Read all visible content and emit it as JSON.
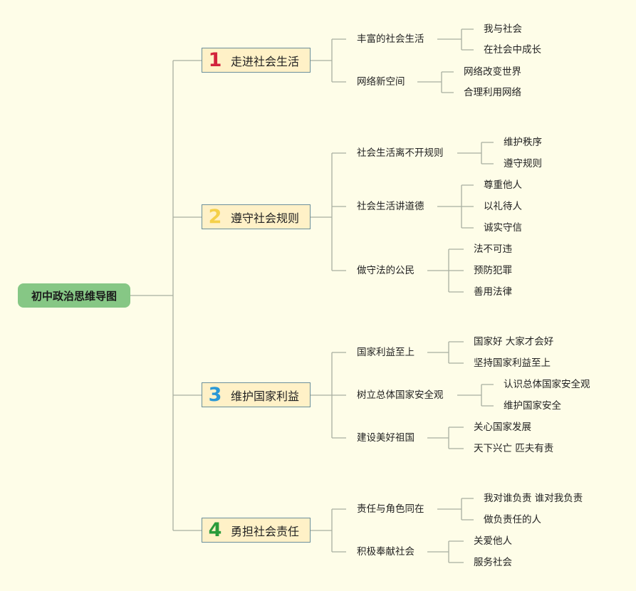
{
  "root": "初中政治思维导图",
  "topics": [
    {
      "num": "1",
      "color": "#d2233c",
      "label": "走进社会生活",
      "subs": [
        {
          "label": "丰富的社会生活",
          "leaves": [
            "我与社会",
            "在社会中成长"
          ]
        },
        {
          "label": "网络新空间",
          "leaves": [
            "网络改变世界",
            "合理利用网络"
          ]
        }
      ]
    },
    {
      "num": "2",
      "color": "#f4d04a",
      "label": "遵守社会规则",
      "subs": [
        {
          "label": "社会生活离不开规则",
          "leaves": [
            "维护秩序",
            "遵守规则"
          ]
        },
        {
          "label": "社会生活讲道德",
          "leaves": [
            "尊重他人",
            "以礼待人",
            "诚实守信"
          ]
        },
        {
          "label": "做守法的公民",
          "leaves": [
            "法不可违",
            "预防犯罪",
            "善用法律"
          ]
        }
      ]
    },
    {
      "num": "3",
      "color": "#2a98d6",
      "label": "维护国家利益",
      "subs": [
        {
          "label": "国家利益至上",
          "leaves": [
            "国家好 大家才会好",
            "坚持国家利益至上"
          ]
        },
        {
          "label": "树立总体国家安全观",
          "leaves": [
            "认识总体国家安全观",
            "维护国家安全"
          ]
        },
        {
          "label": "建设美好祖国",
          "leaves": [
            "关心国家发展",
            "天下兴亡 匹夫有责"
          ]
        }
      ]
    },
    {
      "num": "4",
      "color": "#2a9b3b",
      "label": "勇担社会责任",
      "subs": [
        {
          "label": "责任与角色同在",
          "leaves": [
            "我对谁负责 谁对我负责",
            "做负责任的人"
          ]
        },
        {
          "label": "积极奉献社会",
          "leaves": [
            "关爱他人",
            "服务社会"
          ]
        }
      ]
    }
  ]
}
